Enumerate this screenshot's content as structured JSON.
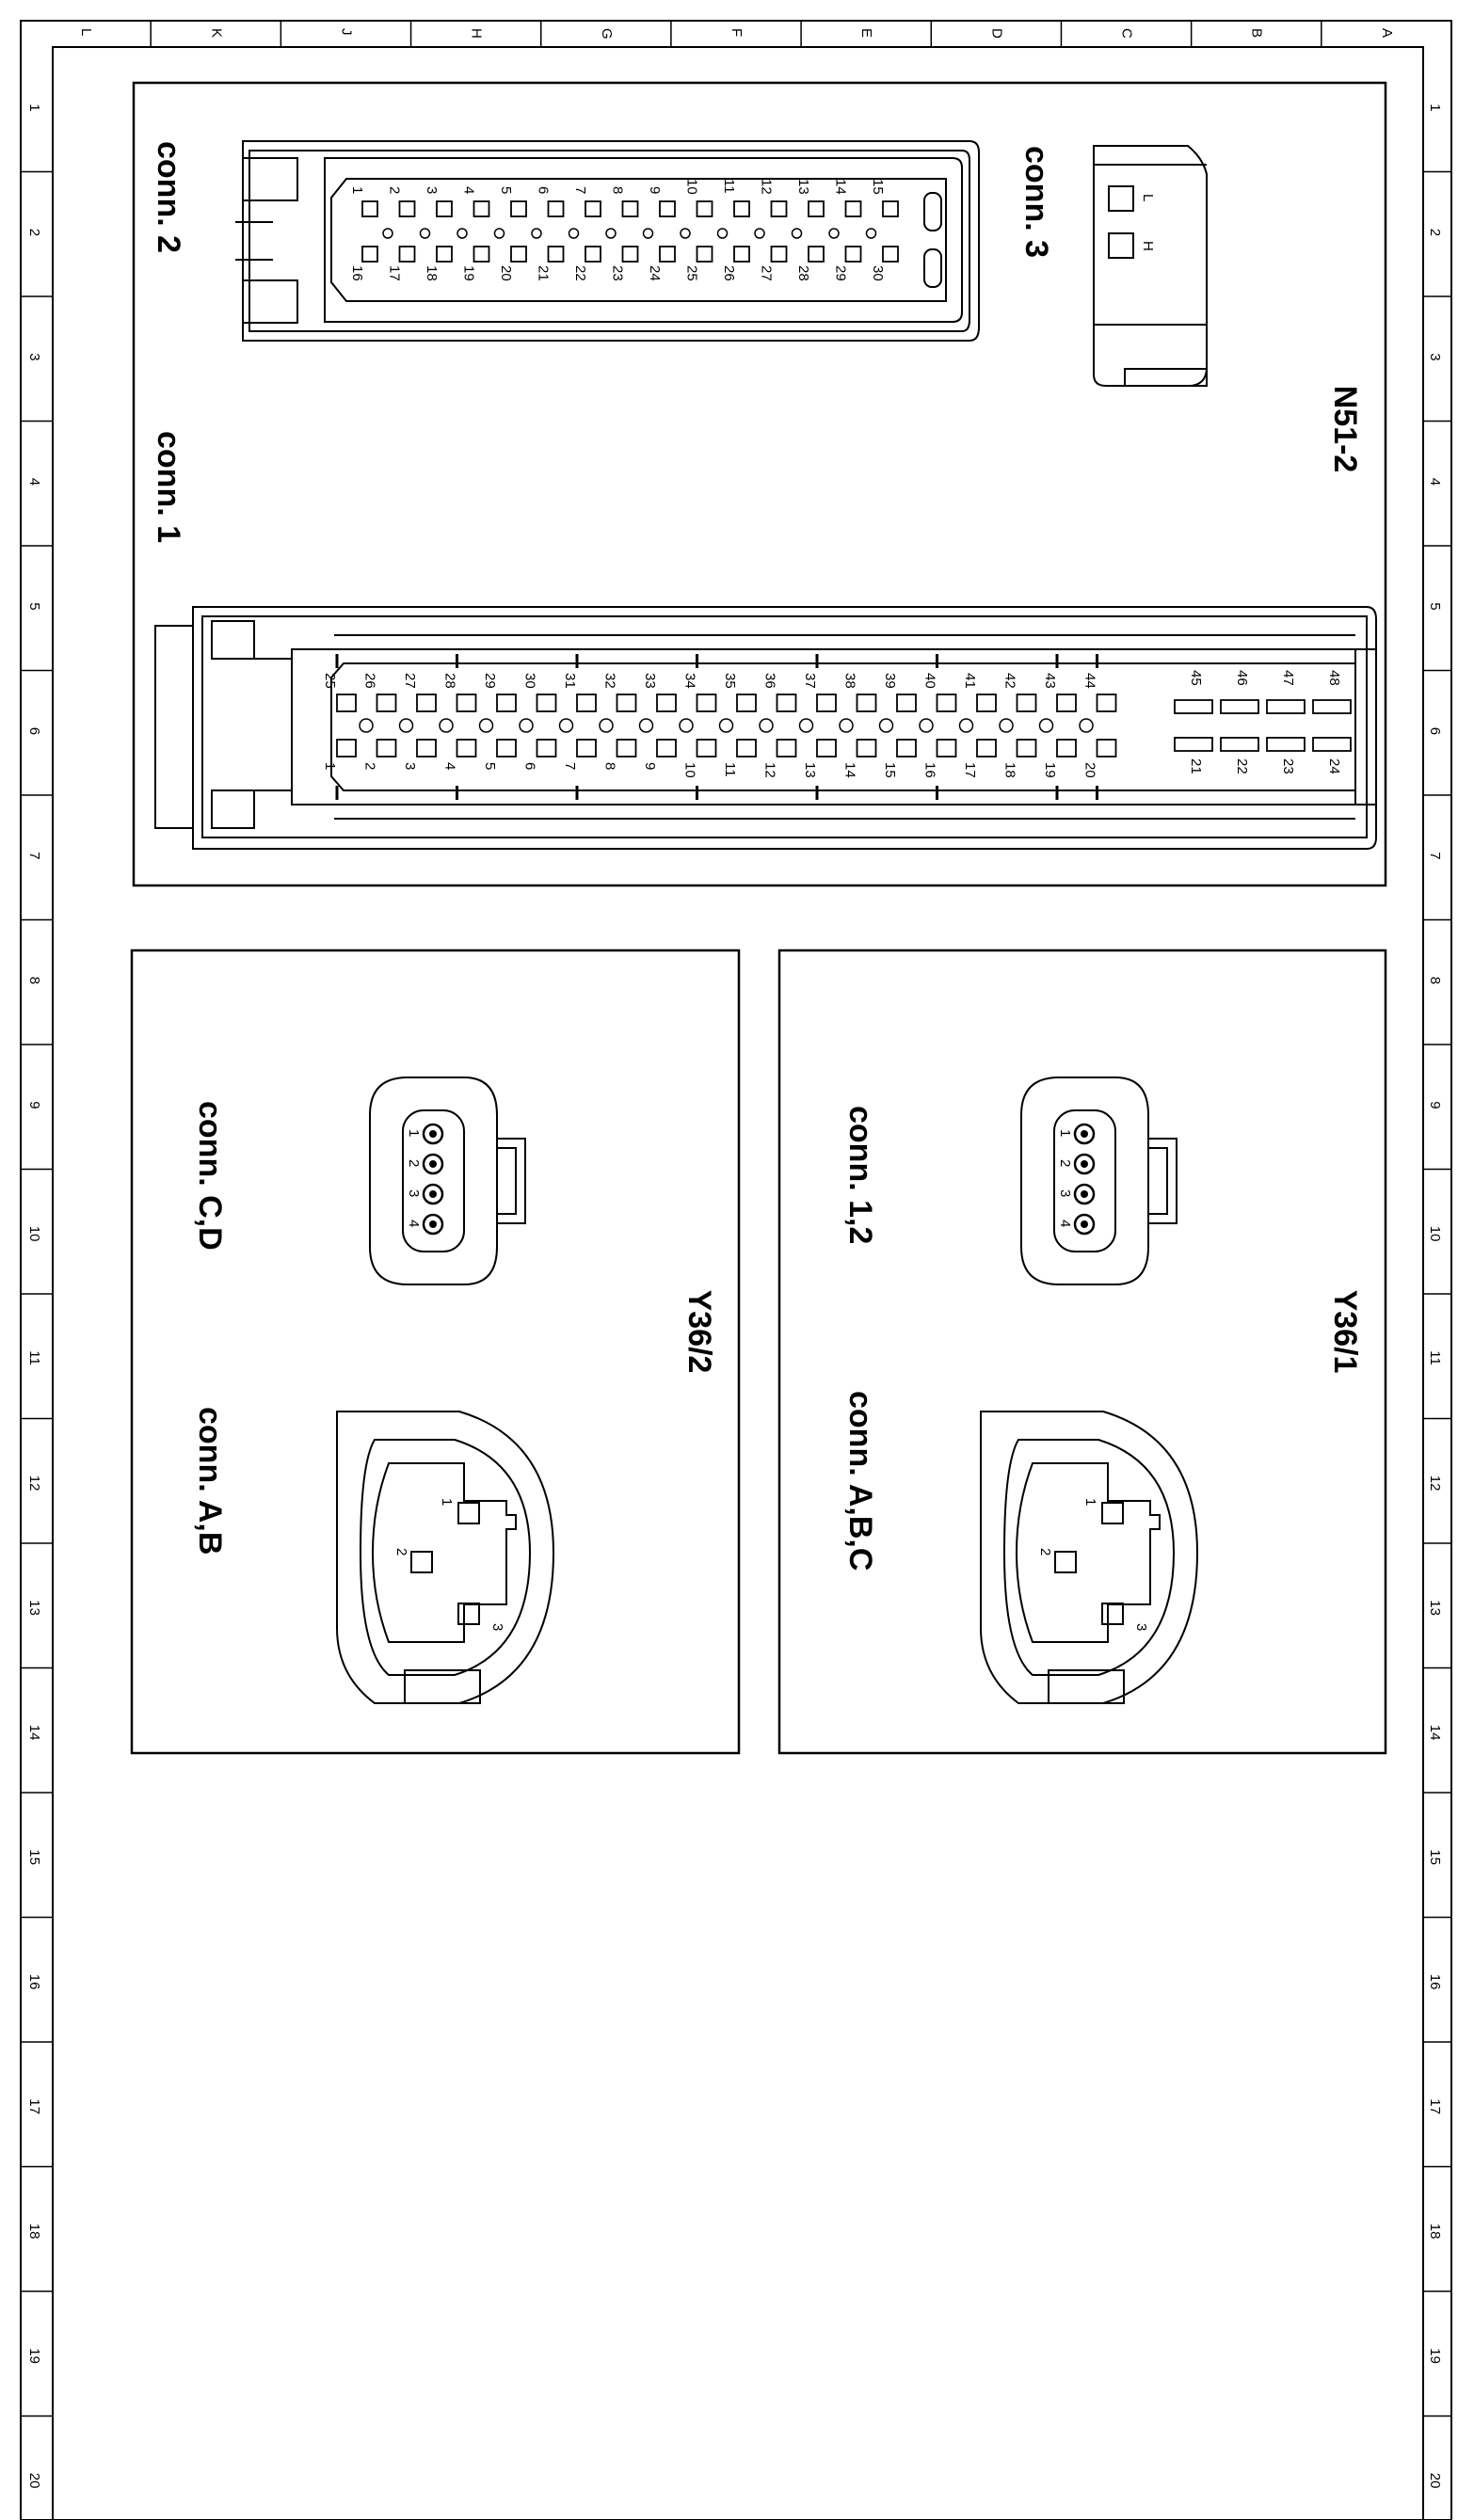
{
  "sheet": {
    "column_letters": [
      "L",
      "K",
      "J",
      "H",
      "G",
      "F",
      "E",
      "D",
      "C",
      "B",
      "A"
    ],
    "row_numbers": [
      "1",
      "2",
      "3",
      "4",
      "5",
      "6",
      "7",
      "8",
      "9",
      "10",
      "11",
      "12",
      "13",
      "14",
      "15",
      "16",
      "17",
      "18",
      "19",
      "20"
    ]
  },
  "n51_2": {
    "title": "N51-2",
    "conn1": {
      "label": "conn. 1",
      "top_pins": [
        "25",
        "26",
        "27",
        "28",
        "29",
        "30",
        "31",
        "32",
        "33",
        "34",
        "35",
        "36",
        "37",
        "38",
        "39",
        "40",
        "41",
        "42",
        "43",
        "44"
      ],
      "bottom_pins": [
        "1",
        "2",
        "3",
        "4",
        "5",
        "6",
        "7",
        "8",
        "9",
        "10",
        "11",
        "12",
        "13",
        "14",
        "15",
        "16",
        "17",
        "18",
        "19",
        "20"
      ],
      "wide_top_pins": [
        "45",
        "46",
        "47",
        "48"
      ],
      "wide_bottom_pins": [
        "21",
        "22",
        "23",
        "24"
      ]
    },
    "conn2": {
      "label": "conn. 2",
      "top_pins": [
        "1",
        "2",
        "3",
        "4",
        "5",
        "6",
        "7",
        "8",
        "9",
        "10",
        "11",
        "12",
        "13",
        "14",
        "15"
      ],
      "bottom_pins": [
        "16",
        "17",
        "18",
        "19",
        "20",
        "21",
        "22",
        "23",
        "24",
        "25",
        "26",
        "27",
        "28",
        "29",
        "30"
      ]
    },
    "conn3": {
      "label": "conn. 3",
      "pins": [
        "L",
        "H"
      ]
    }
  },
  "y36_2": {
    "title": "Y36/2",
    "conn_cd": {
      "label": "conn. C,D",
      "pins": [
        "1",
        "2",
        "3",
        "4"
      ]
    },
    "conn_ab": {
      "label": "conn. A,B",
      "pins": [
        "1",
        "2",
        "3"
      ]
    }
  },
  "y36_1": {
    "title": "Y36/1",
    "conn_12": {
      "label": "conn. 1,2",
      "pins": [
        "1",
        "2",
        "3",
        "4"
      ]
    },
    "conn_abc": {
      "label": "conn. A,B,C",
      "pins": [
        "1",
        "2",
        "3"
      ]
    }
  }
}
